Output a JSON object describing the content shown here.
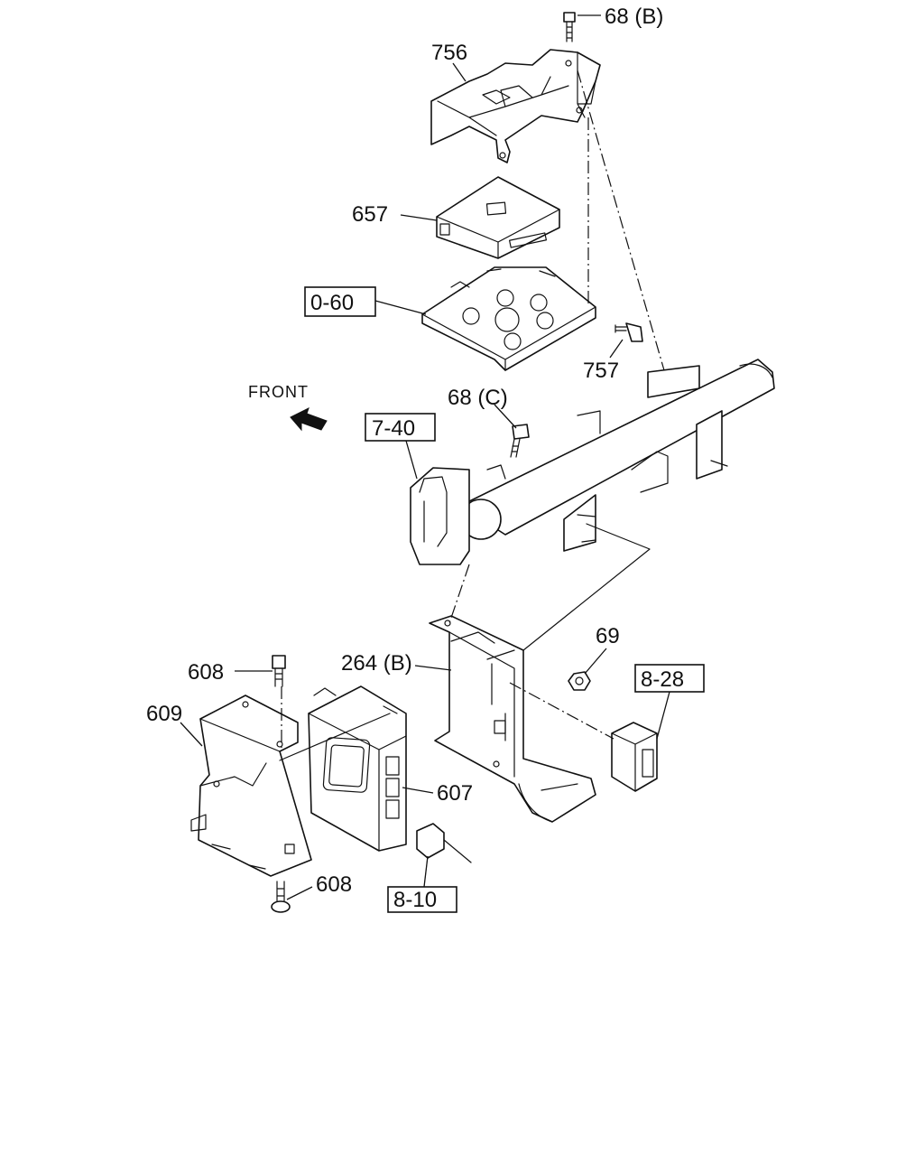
{
  "labels": {
    "p68b": "68 (B)",
    "p756": "756",
    "p657": "657",
    "r060": "0-60",
    "p757": "757",
    "front": "FRONT",
    "p68c": "68 (C)",
    "r740": "7-40",
    "p69": "69",
    "p264b": "264 (B)",
    "p608_top": "608",
    "p609": "609",
    "r828": "8-28",
    "p607": "607",
    "p608_bottom": "608",
    "r810": "8-10"
  }
}
